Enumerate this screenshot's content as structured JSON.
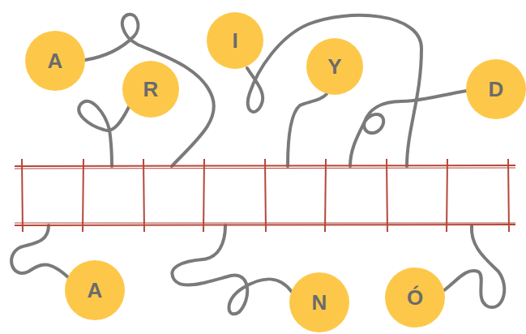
{
  "diagram": {
    "nodes": [
      {
        "text": [
          "A"
        ]
      },
      {
        "text": [
          "R"
        ]
      },
      {
        "text": [
          "I"
        ]
      },
      {
        "text": [
          "Y"
        ]
      },
      {
        "text": [
          "D"
        ]
      },
      {
        "text": [
          "A"
        ]
      },
      {
        "text": [
          "N"
        ]
      },
      {
        "text": [
          "Ó"
        ]
      }
    ]
  }
}
